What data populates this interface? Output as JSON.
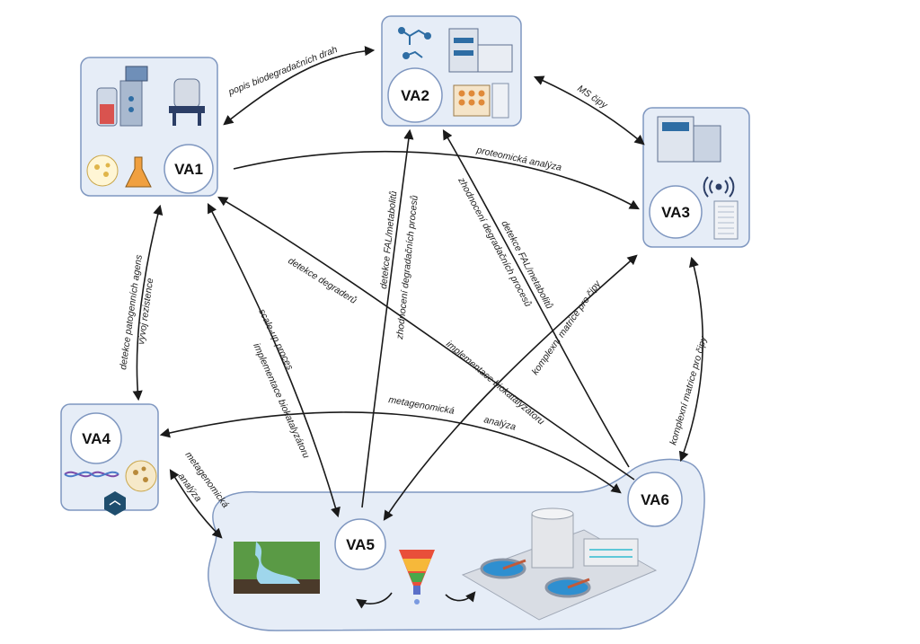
{
  "nodes": [
    {
      "id": "va1",
      "label": "VA1"
    },
    {
      "id": "va2",
      "label": "VA2"
    },
    {
      "id": "va3",
      "label": "VA3"
    },
    {
      "id": "va4",
      "label": "VA4"
    },
    {
      "id": "va5",
      "label": "VA5"
    },
    {
      "id": "va6",
      "label": "VA6"
    }
  ],
  "edges": {
    "popis": "popis biodegradačních drah",
    "ms_cipy": "MS čipy",
    "proteomicka": "proteomická analýza",
    "detekce_fal_1": "detekce FAL/metabolitů",
    "zhodnoceni_1": "zhodnocení degradačních procesů",
    "detekce_fal_2": "detekce FAL/metabolitů",
    "zhodnoceni_2": "zhodnocení degradačních procesů",
    "detekce_patogennich": "detekce patogenních agens",
    "vyvoj_rezistence": "vývoj rezistence",
    "detekce_degraderu": "detekce degraderů",
    "implementace_bio_1": "implementace biokatalyzátoru",
    "scale_up": "scale-up proces",
    "implementace_bio_2": "implementace biokatalyzátoru",
    "komplexni_1": "komplexní matrice pro čipy",
    "komplexni_2": "komplexní matrice pro čipy",
    "metagenomicka_1": "metagenomická",
    "analyza_1": "analýza",
    "metagenomicka_2": "metagenomická",
    "analyza_2": "analýza"
  },
  "colors": {
    "box_fill": "#e6edf7",
    "box_stroke": "#7f97c0",
    "arrow": "#1a1a1a"
  }
}
